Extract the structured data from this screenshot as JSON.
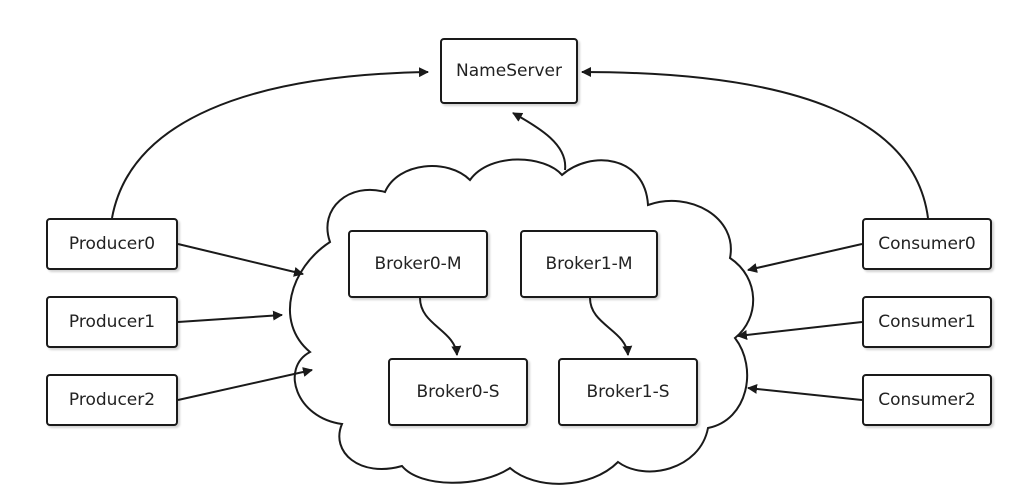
{
  "nodes": {
    "nameserver": "NameServer",
    "producer0": "Producer0",
    "producer1": "Producer1",
    "producer2": "Producer2",
    "consumer0": "Consumer0",
    "consumer1": "Consumer1",
    "consumer2": "Consumer2",
    "broker0_m": "Broker0-M",
    "broker1_m": "Broker1-M",
    "broker0_s": "Broker0-S",
    "broker1_s": "Broker1-S"
  }
}
